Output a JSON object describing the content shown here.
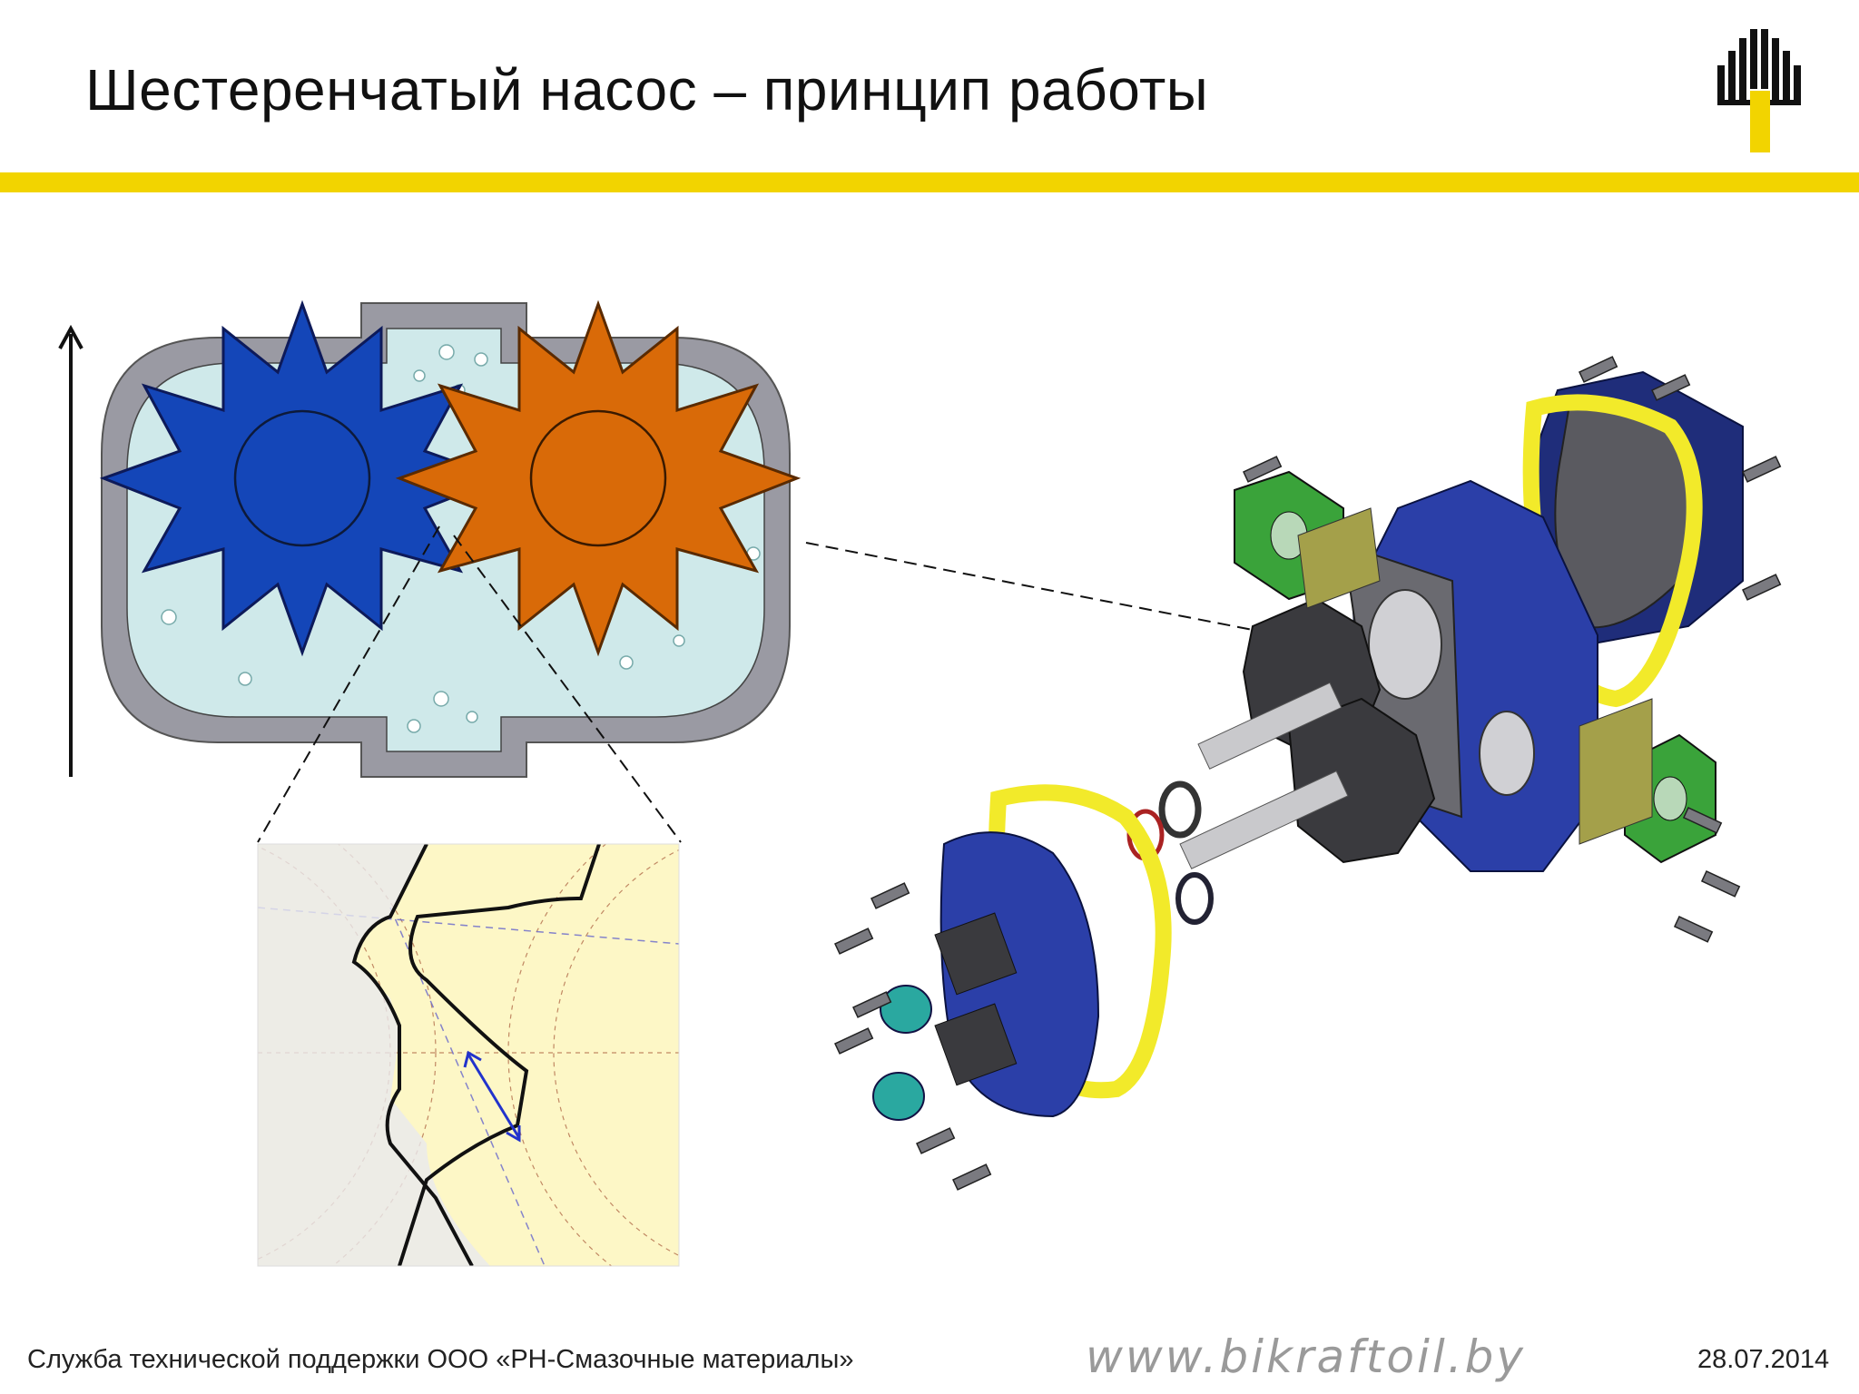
{
  "slide": {
    "title": "Шестеренчатый насос – принцип работы",
    "footer_org": "Служба технической поддержки ООО «РН-Смазочные материалы»",
    "footer_url": "www.bikraftoil.by",
    "footer_date": "28.07.2014"
  },
  "colors": {
    "accent_yellow": "#f2d400",
    "gear_left": "#1446b8",
    "gear_right": "#d96a08",
    "housing": "#9a9aa3",
    "fluid": "#cfe9ea",
    "pump_body": "#2b3fa8",
    "gasket": "#f2ea2a",
    "flange": "#3aa33a"
  },
  "icons": [
    "company-logo",
    "flow-direction-arrow",
    "exploded-pump-view",
    "gear-tooth-detail"
  ]
}
